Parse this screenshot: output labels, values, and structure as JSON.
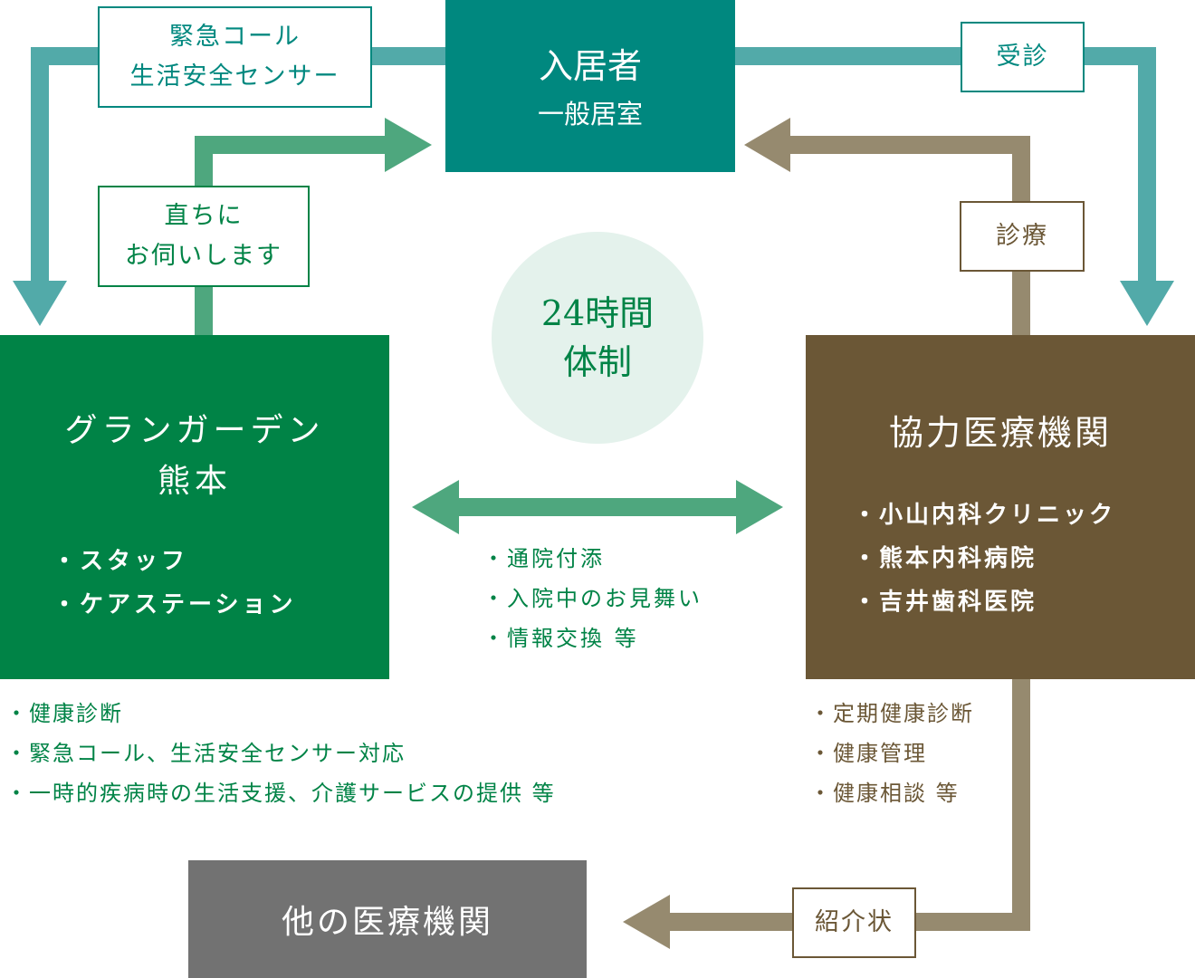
{
  "colors": {
    "resident": "#00887f",
    "teal_arrow": "#52aaa9",
    "facility": "#008346",
    "green_arrow": "#4ea77e",
    "partner": "#6b5736",
    "brown_arrow": "#968a6f",
    "other": "#727272",
    "circle": "#e4f2ec"
  },
  "resident": {
    "title": "入居者",
    "subtitle": "一般居室"
  },
  "facility": {
    "title_line1": "グランガーデン",
    "title_line2": "熊本",
    "items": [
      "スタッフ",
      "ケアステーション"
    ],
    "services": [
      "健康診断",
      "緊急コール、生活安全センサー対応",
      "一時的疾病時の生活支援、介護サービスの提供 等"
    ]
  },
  "partner": {
    "title": "協力医療機関",
    "items": [
      "小山内科クリニック",
      "熊本内科病院",
      "吉井歯科医院"
    ],
    "services": [
      "定期健康診断",
      "健康管理",
      "健康相談 等"
    ]
  },
  "other": {
    "title": "他の医療機関"
  },
  "center": {
    "line1": "24時間",
    "line2": "体制"
  },
  "exchange": {
    "items": [
      "通院付添",
      "入院中のお見舞い",
      "情報交換 等"
    ]
  },
  "labels": {
    "emergency_line1": "緊急コール",
    "emergency_line2": "生活安全センサー",
    "immediate_line1": "直ちに",
    "immediate_line2": "お伺いします",
    "consult": "受診",
    "treatment": "診療",
    "referral": "紹介状"
  }
}
